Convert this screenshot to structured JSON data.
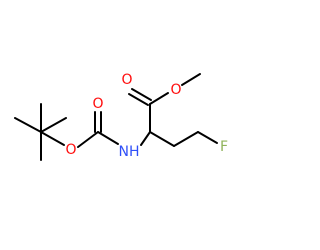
{
  "molecule": {
    "colors": {
      "bond": "#000000",
      "oxygen": "#ff0d0d",
      "nitrogen": "#3050f8",
      "fluorine": "#8fb35a"
    },
    "atoms": {
      "carbonyl_o_ester": "O",
      "ester_o": "O",
      "carbonyl_o_boc": "O",
      "boc_o": "O",
      "nh": "NH",
      "f": "F"
    }
  }
}
